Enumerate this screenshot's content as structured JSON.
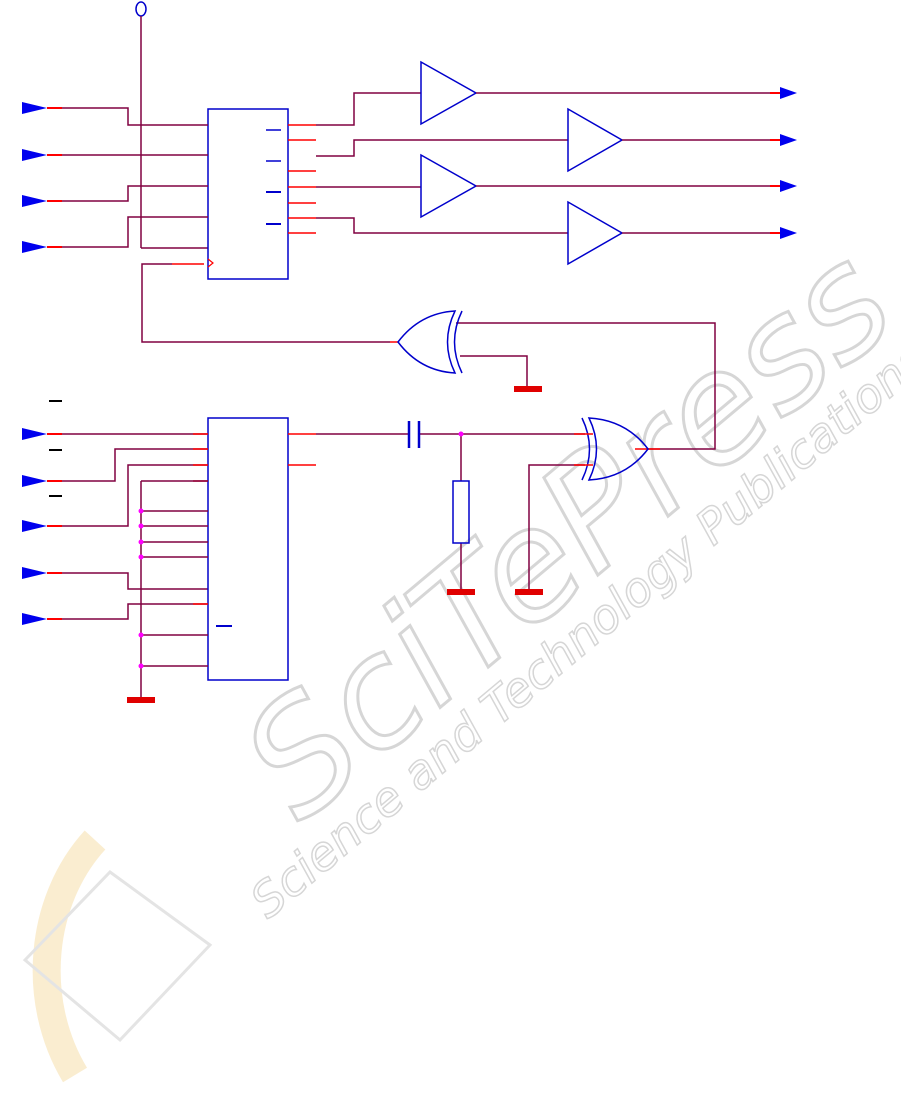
{
  "diagram": {
    "kind": "circuit-schematic",
    "colors": {
      "wire": "#800040",
      "component": "#0000cc",
      "stub": "#ff0000",
      "ground": "#e00000",
      "junction": "#ff00ff",
      "text": "#000000",
      "watermark": "#d8d8d8"
    },
    "watermark": {
      "big": "SciTePress",
      "small": "Science and Technology Publications"
    }
  }
}
